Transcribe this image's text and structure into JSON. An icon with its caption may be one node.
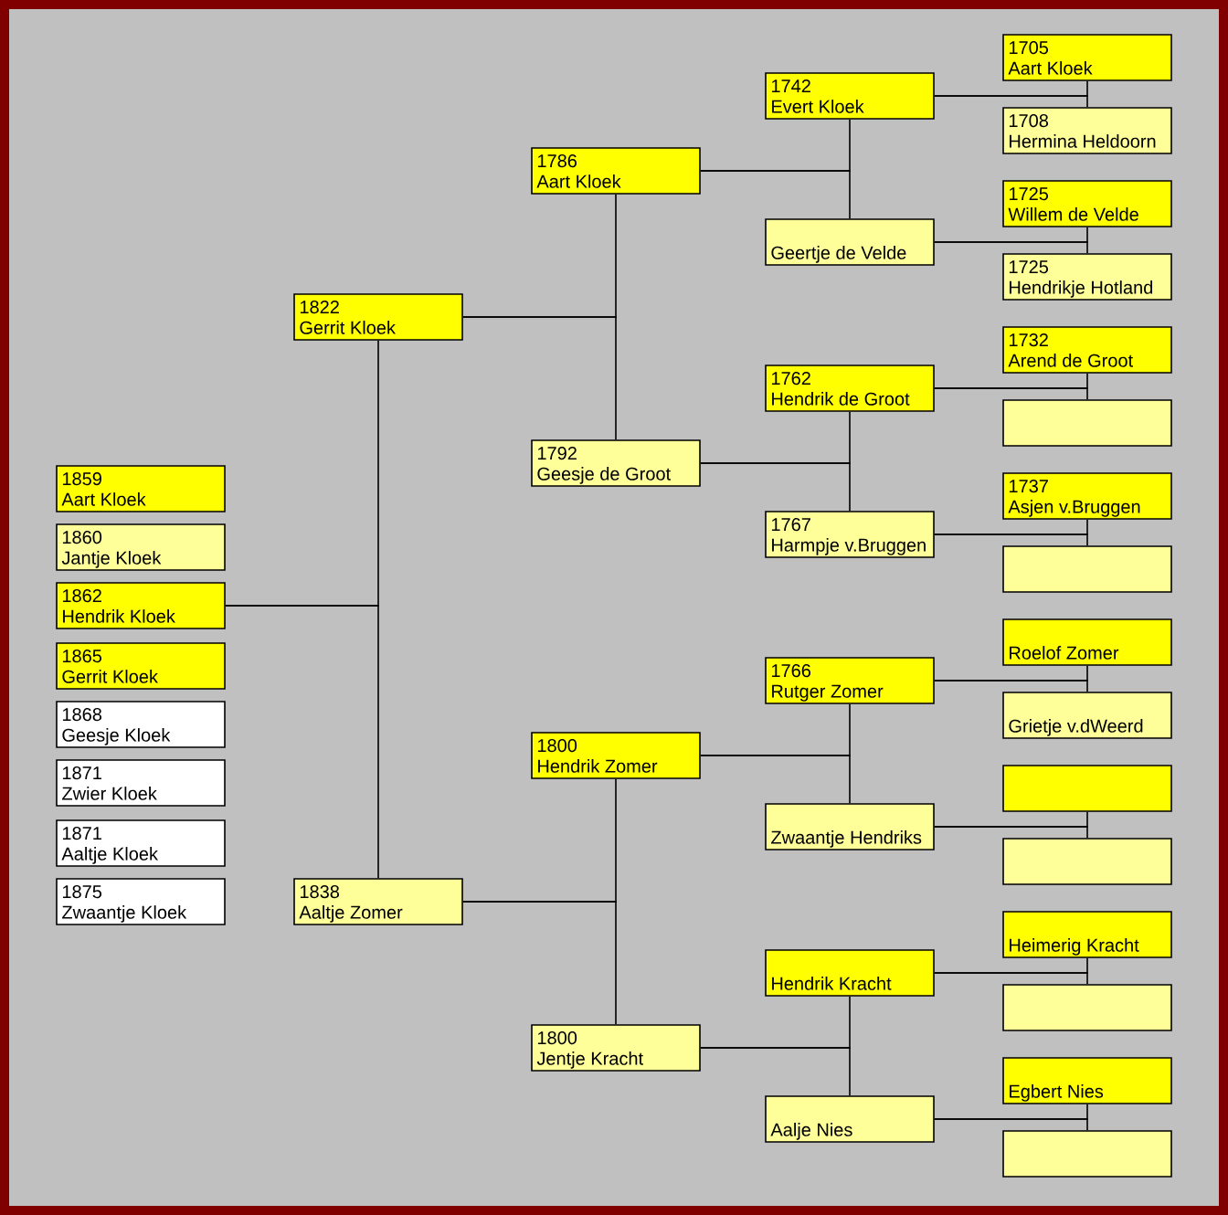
{
  "diagram": {
    "nodes": [
      {
        "text": [
          "1859",
          "Aart Kloek"
        ]
      },
      {
        "text": [
          "1860",
          "Jantje Kloek"
        ]
      },
      {
        "text": [
          "1862",
          "Hendrik Kloek"
        ]
      },
      {
        "text": [
          "1865",
          "Gerrit Kloek"
        ]
      },
      {
        "text": [
          "1868",
          "Geesje Kloek"
        ]
      },
      {
        "text": [
          "1871",
          "Zwier Kloek"
        ]
      },
      {
        "text": [
          "1871",
          "Aaltje Kloek"
        ]
      },
      {
        "text": [
          "1875",
          "Zwaantje Kloek"
        ]
      },
      {
        "text": [
          "1822",
          "Gerrit Kloek"
        ]
      },
      {
        "text": [
          "1838",
          "Aaltje Zomer"
        ]
      },
      {
        "text": [
          "1786",
          "Aart Kloek"
        ]
      },
      {
        "text": [
          "1792",
          "Geesje de Groot"
        ]
      },
      {
        "text": [
          "1800",
          "Hendrik Zomer"
        ]
      },
      {
        "text": [
          "1800",
          "Jentje Kracht"
        ]
      },
      {
        "text": [
          "1742",
          "Evert Kloek"
        ]
      },
      {
        "text": [
          "Geertje de Velde"
        ]
      },
      {
        "text": [
          "1762",
          "Hendrik de Groot"
        ]
      },
      {
        "text": [
          "1767",
          "Harmpje v.Bruggen"
        ]
      },
      {
        "text": [
          "1766",
          "Rutger Zomer"
        ]
      },
      {
        "text": [
          "Zwaantje Hendriks"
        ]
      },
      {
        "text": [
          "Hendrik Kracht"
        ]
      },
      {
        "text": [
          "Aalje Nies"
        ]
      },
      {
        "text": [
          "1705",
          "Aart Kloek"
        ]
      },
      {
        "text": [
          "1708",
          "Hermina Heldoorn"
        ]
      },
      {
        "text": [
          "1725",
          "Willem de Velde"
        ]
      },
      {
        "text": [
          "1725",
          "Hendrikje Hotland"
        ]
      },
      {
        "text": [
          "1732",
          "Arend de Groot"
        ]
      },
      {
        "text": [],
        "shape": "box"
      },
      {
        "text": [
          "1737",
          "Asjen v.Bruggen"
        ]
      },
      {
        "text": [],
        "shape": "box"
      },
      {
        "text": [
          "Roelof Zomer"
        ]
      },
      {
        "text": [
          "Grietje v.dWeerd"
        ]
      },
      {
        "text": [],
        "shape": "box"
      },
      {
        "text": [],
        "shape": "box"
      },
      {
        "text": [
          "Heimerig Kracht"
        ]
      },
      {
        "text": [],
        "shape": "box"
      },
      {
        "text": [
          "Egbert Nies"
        ]
      },
      {
        "text": [],
        "shape": "box"
      }
    ],
    "edges": [
      {
        "from": 2,
        "to": 8,
        "arrow": "none"
      },
      {
        "from": 2,
        "to": 9,
        "arrow": "none"
      },
      {
        "from": 8,
        "to": 10,
        "arrow": "none"
      },
      {
        "from": 8,
        "to": 11,
        "arrow": "none"
      },
      {
        "from": 9,
        "to": 12,
        "arrow": "none"
      },
      {
        "from": 9,
        "to": 13,
        "arrow": "none"
      },
      {
        "from": 10,
        "to": 14,
        "arrow": "none"
      },
      {
        "from": 10,
        "to": 15,
        "arrow": "none"
      },
      {
        "from": 11,
        "to": 16,
        "arrow": "none"
      },
      {
        "from": 11,
        "to": 17,
        "arrow": "none"
      },
      {
        "from": 12,
        "to": 18,
        "arrow": "none"
      },
      {
        "from": 12,
        "to": 19,
        "arrow": "none"
      },
      {
        "from": 13,
        "to": 20,
        "arrow": "none"
      },
      {
        "from": 13,
        "to": 21,
        "arrow": "none"
      },
      {
        "from": 14,
        "to": 22,
        "arrow": "none"
      },
      {
        "from": 14,
        "to": 23,
        "arrow": "none"
      },
      {
        "from": 15,
        "to": 24,
        "arrow": "none"
      },
      {
        "from": 15,
        "to": 25,
        "arrow": "none"
      },
      {
        "from": 16,
        "to": 26,
        "arrow": "none"
      },
      {
        "from": 16,
        "to": 27,
        "arrow": "none"
      },
      {
        "from": 17,
        "to": 28,
        "arrow": "none"
      },
      {
        "from": 17,
        "to": 29,
        "arrow": "none"
      },
      {
        "from": 18,
        "to": 30,
        "arrow": "none"
      },
      {
        "from": 18,
        "to": 31,
        "arrow": "none"
      },
      {
        "from": 19,
        "to": 32,
        "arrow": "none"
      },
      {
        "from": 19,
        "to": 33,
        "arrow": "none"
      },
      {
        "from": 20,
        "to": 34,
        "arrow": "none"
      },
      {
        "from": 20,
        "to": 35,
        "arrow": "none"
      },
      {
        "from": 21,
        "to": 36,
        "arrow": "none"
      },
      {
        "from": 21,
        "to": 37,
        "arrow": "none"
      }
    ]
  }
}
